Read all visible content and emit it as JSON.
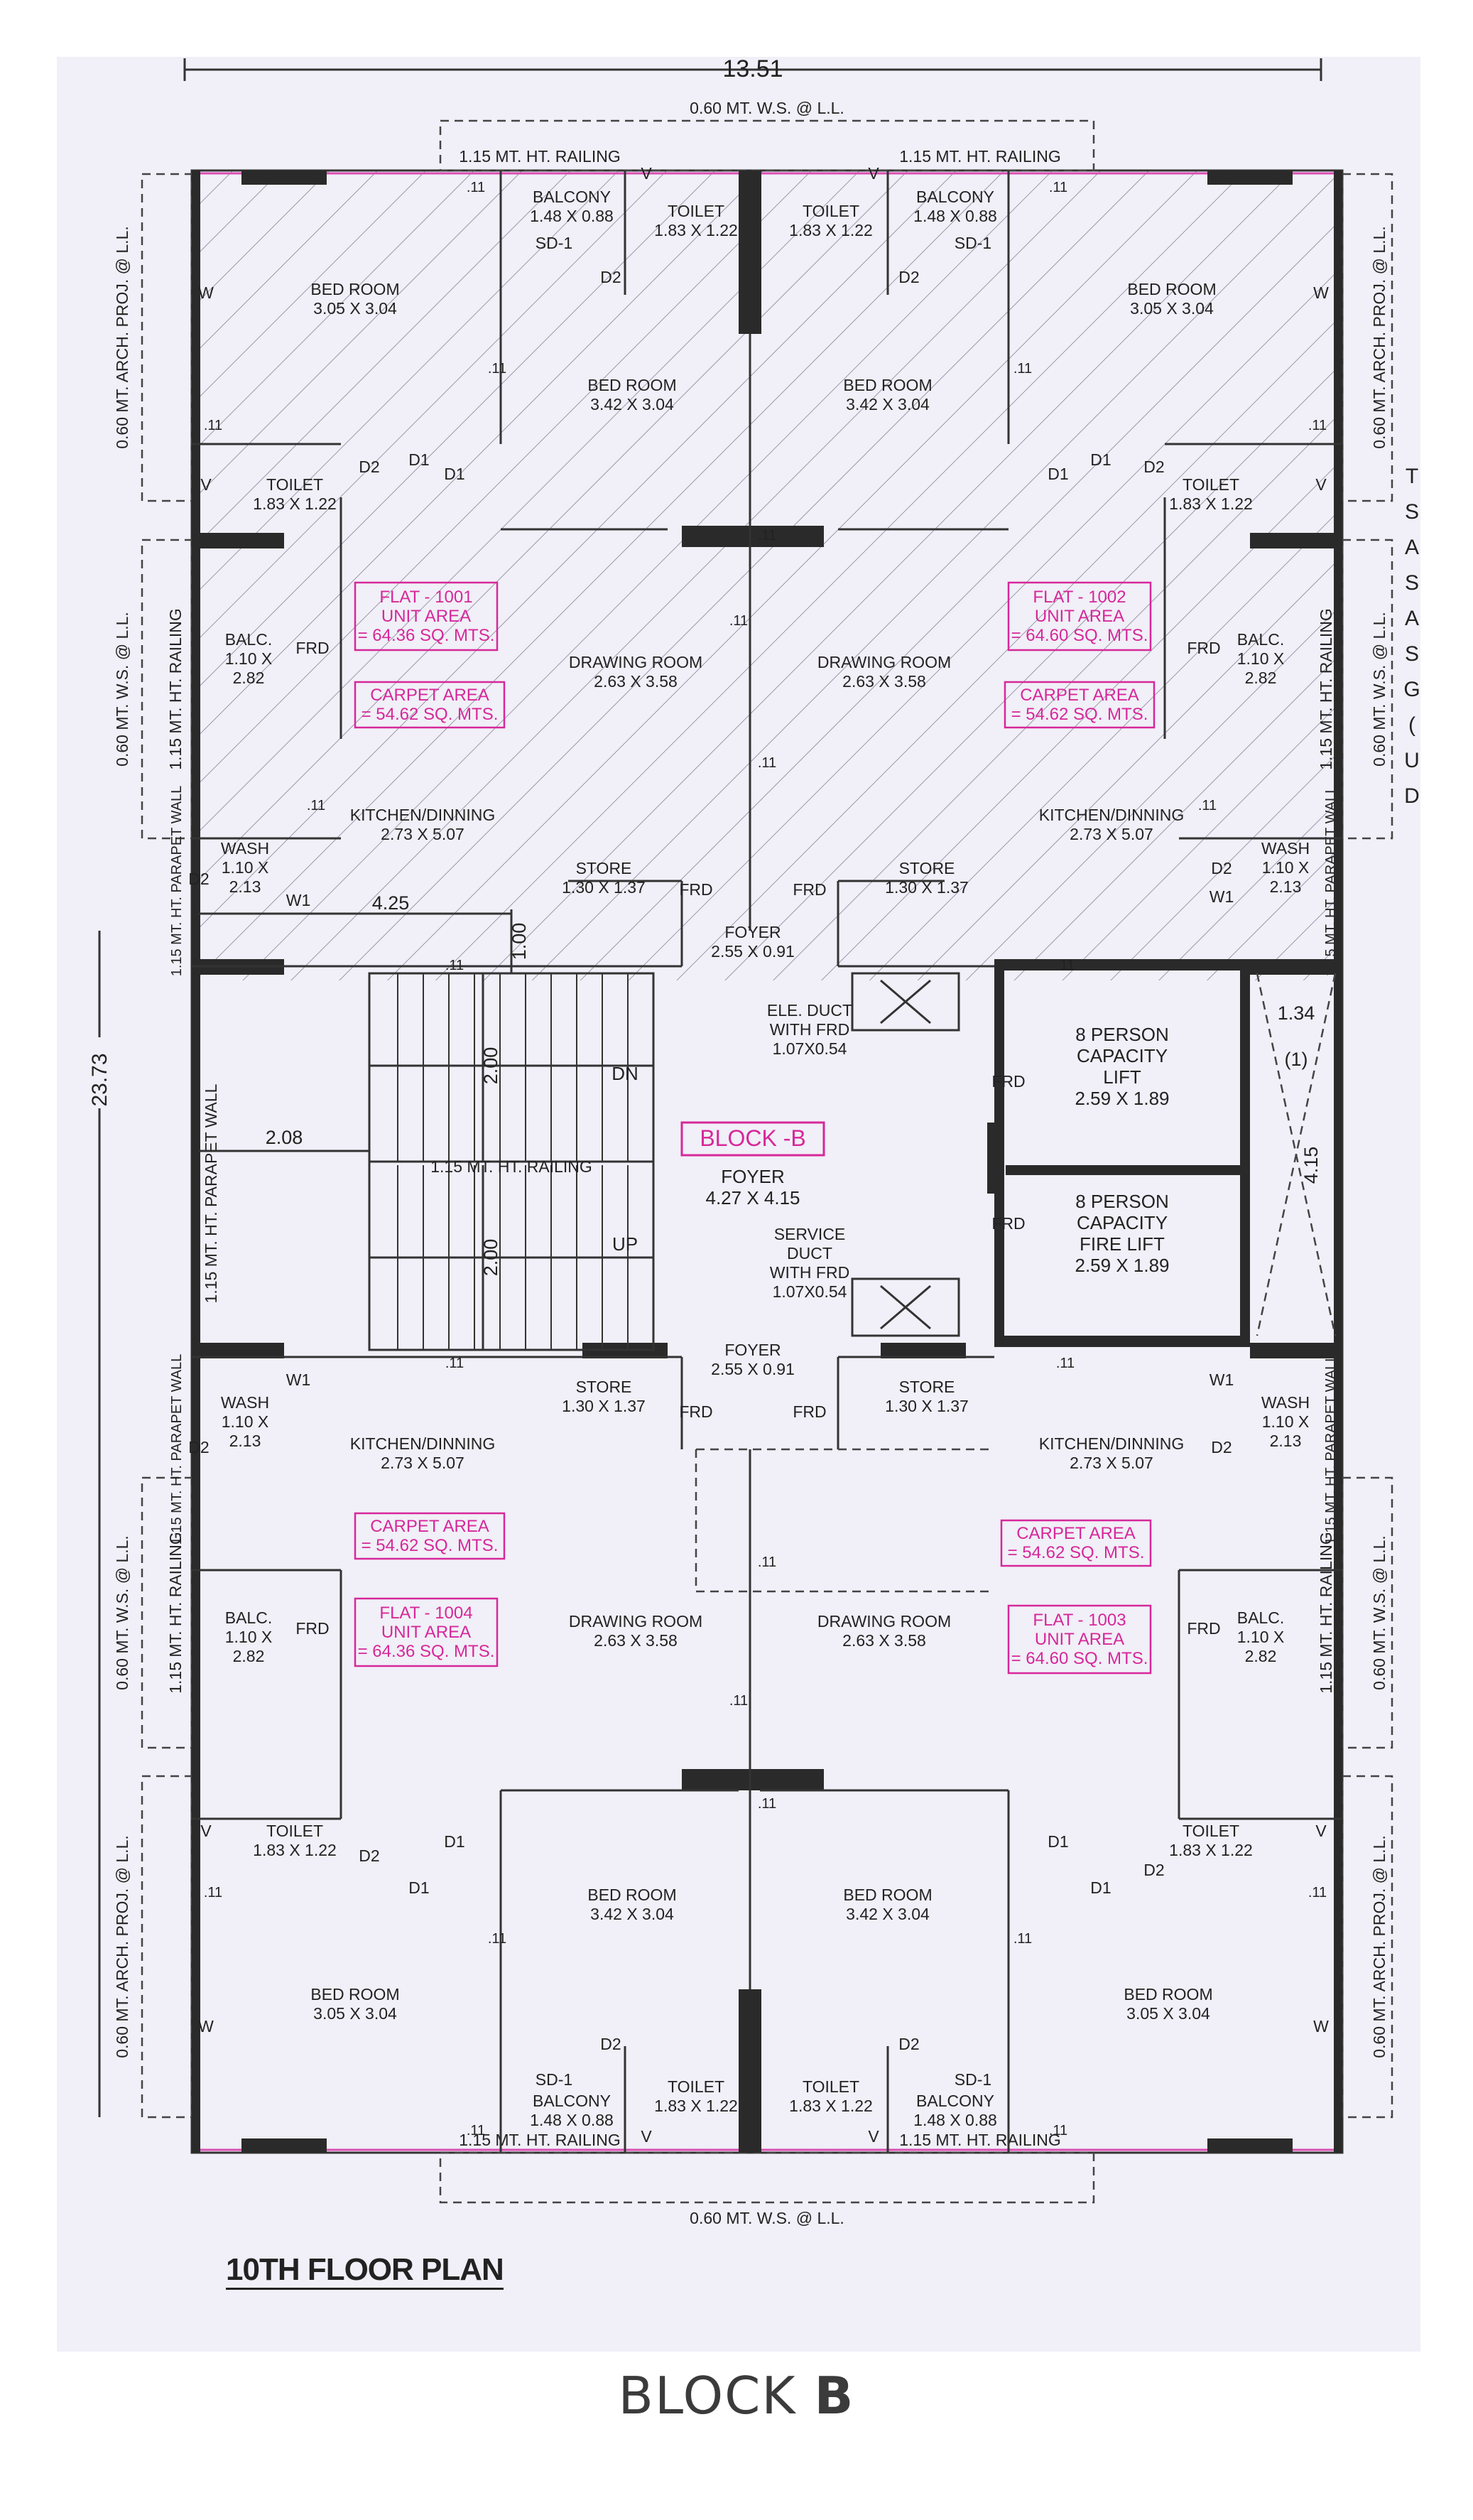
{
  "overall": {
    "width": "13.51",
    "height": "23.73"
  },
  "floor_title": "10TH FLOOR PLAN",
  "caption": {
    "prefix": "BLOCK ",
    "bold": "B"
  },
  "block_label": "BLOCK -B",
  "texts": {
    "ws_ll": "0.60 MT. W.S. @ L.L.",
    "railing": "1.15 MT. HT. RAILING",
    "arch_proj": "0.60 MT. ARCH. PROJ. @ L.L.",
    "side_railing": "1.15 MT. HT. RAILING",
    "parapet": "1.15 MT. HT. PARAPET WALL",
    "parapet_mid": "1.15 MT. HT. PARAPET WALL",
    "stair_railing": "1.15 MT. HT. RAILING",
    "dn": "DN",
    "up": "UP",
    "d1": "D1",
    "d2": "D2",
    "w": "W",
    "w1": "W1",
    "v": "V",
    "sd1": "SD-1",
    "frd": "FRD",
    "eleven": ".11"
  },
  "rooms": {
    "bedroom_outer": [
      "BED ROOM",
      "3.05 X 3.04"
    ],
    "bedroom_inner": [
      "BED ROOM",
      "3.42 X 3.04"
    ],
    "toilet": [
      "TOILET",
      "1.83 X 1.22"
    ],
    "balcony": [
      "BALCONY",
      "1.48 X 0.88"
    ],
    "balc": [
      "BALC.",
      "1.10 X",
      "2.82"
    ],
    "drawing": [
      "DRAWING ROOM",
      "2.63 X 3.58"
    ],
    "kitchen": [
      "KITCHEN/DINNING",
      "2.73 X 5.07"
    ],
    "wash": [
      "WASH",
      "1.10 X",
      "2.13"
    ],
    "store": [
      "STORE",
      "1.30 X 1.37"
    ],
    "foyer_small": [
      "FOYER",
      "2.55 X 0.91"
    ],
    "foyer_big": [
      "FOYER",
      "4.27 X 4.15"
    ],
    "ele_duct": [
      "ELE. DUCT",
      "WITH FRD",
      "1.07X0.54"
    ],
    "service_duct": [
      "SERVICE",
      "DUCT",
      "WITH FRD",
      "1.07X0.54"
    ],
    "lift": [
      "8 PERSON",
      "CAPACITY",
      "LIFT",
      "2.59 X 1.89"
    ],
    "fire_lift": [
      "8 PERSON",
      "CAPACITY",
      "FIRE LIFT",
      "2.59 X 1.89"
    ]
  },
  "dims": {
    "d425": "4.25",
    "d100": "1.00",
    "d200a": "2.00",
    "d208": "2.08",
    "d200b": "2.00",
    "d134": "1.34",
    "d415": "4.15",
    "one": "(1)"
  },
  "flats": [
    {
      "flat": "FLAT - 1001",
      "unit_label": "UNIT AREA",
      "unit": "= 64.36 SQ. MTS.",
      "carpet_label": "CARPET AREA",
      "carpet": "= 54.62 SQ. MTS."
    },
    {
      "flat": "FLAT - 1002",
      "unit_label": "UNIT AREA",
      "unit": "= 64.60 SQ. MTS.",
      "carpet_label": "CARPET AREA",
      "carpet": "= 54.62 SQ. MTS."
    },
    {
      "flat": "FLAT - 1004",
      "unit_label": "UNIT AREA",
      "unit": "= 64.36 SQ. MTS.",
      "carpet_label": "CARPET AREA",
      "carpet": "= 54.62 SQ. MTS."
    },
    {
      "flat": "FLAT - 1003",
      "unit_label": "UNIT AREA",
      "unit": "= 64.60 SQ. MTS.",
      "carpet_label": "CARPET AREA",
      "carpet": "= 54.62 SQ. MTS."
    }
  ],
  "margin_text": [
    "T",
    "S",
    "A",
    "S",
    "A",
    "S",
    "G",
    "(",
    "U",
    "D"
  ],
  "colors": {
    "accent_pink": "#d6289a",
    "wall": "#2a2a2a",
    "paper": "#f1eff7"
  }
}
